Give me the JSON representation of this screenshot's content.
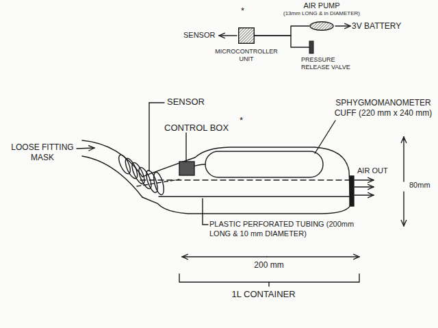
{
  "diagram": {
    "nodes": [
      {
        "text": [
          "MICROCONTROLLER UNIT"
        ]
      },
      {
        "text": [
          "AIR PUMP",
          "(13mm LONG & in DIAMETER)"
        ]
      },
      {
        "text": [
          "PRESSURE RELEASE VALVE"
        ]
      }
    ],
    "edges": [
      {
        "from": 0,
        "to": 1,
        "arrow": "none"
      },
      {
        "from": 0,
        "to": 2,
        "arrow": "none"
      }
    ],
    "labels": [
      "*",
      "SENSOR",
      "3V BATTERY",
      "SENSOR",
      "CONTROL BOX",
      "*",
      "SPHYGMOMANOMETER CUFF (220 mm x 240 mm)",
      "LOOSE FITTING MASK",
      "AIR OUT",
      "80mm",
      "PLASTIC PERFORATED TUBING (200mm LONG & 10 mm DIAMETER)",
      "200 mm",
      "1L CONTAINER"
    ]
  }
}
